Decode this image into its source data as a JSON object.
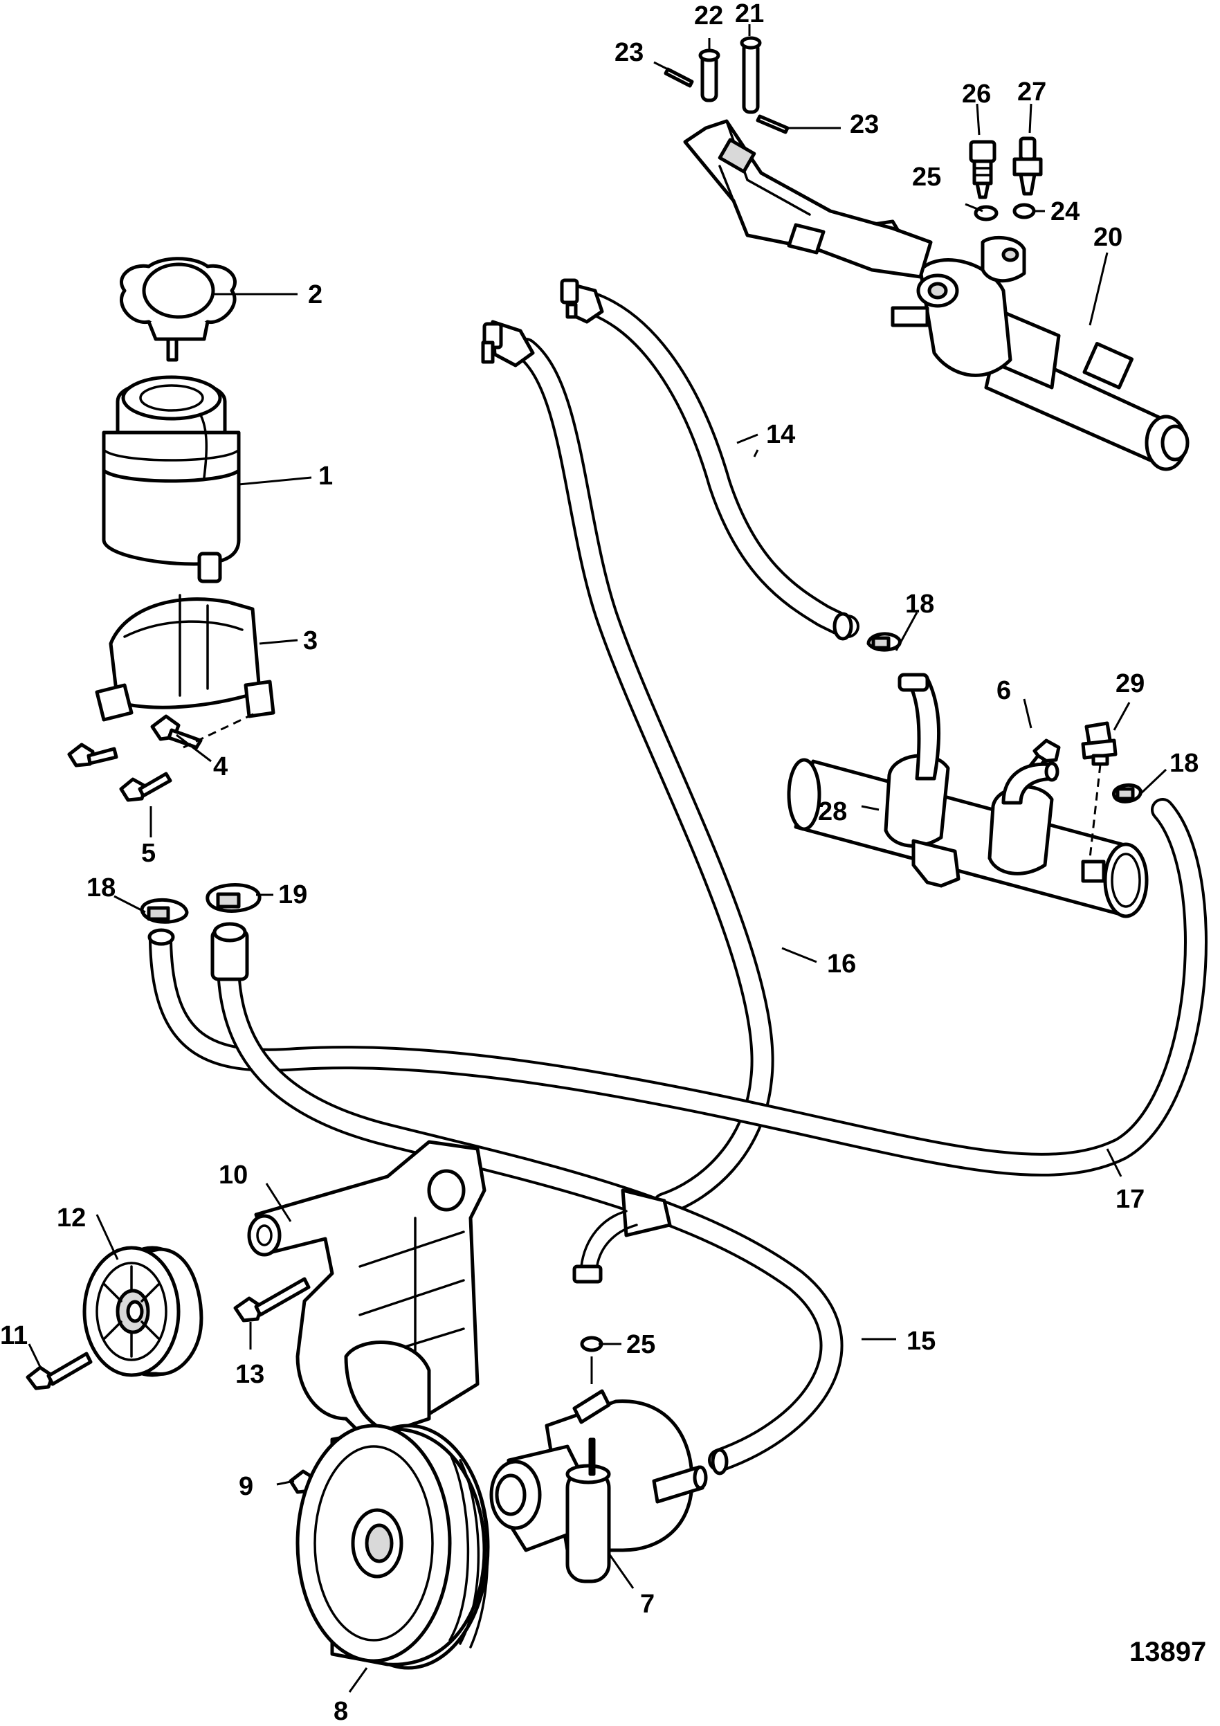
{
  "figure_number": "13897",
  "callouts": [
    {
      "id": "1",
      "label": "1"
    },
    {
      "id": "2",
      "label": "2"
    },
    {
      "id": "3",
      "label": "3"
    },
    {
      "id": "4",
      "label": "4"
    },
    {
      "id": "5",
      "label": "5"
    },
    {
      "id": "6",
      "label": "6"
    },
    {
      "id": "7",
      "label": "7"
    },
    {
      "id": "8",
      "label": "8"
    },
    {
      "id": "9",
      "label": "9"
    },
    {
      "id": "10",
      "label": "10"
    },
    {
      "id": "11",
      "label": "11"
    },
    {
      "id": "12",
      "label": "12"
    },
    {
      "id": "13",
      "label": "13"
    },
    {
      "id": "14",
      "label": "14"
    },
    {
      "id": "15",
      "label": "15"
    },
    {
      "id": "16",
      "label": "16"
    },
    {
      "id": "17",
      "label": "17"
    },
    {
      "id": "18a",
      "label": "18"
    },
    {
      "id": "18b",
      "label": "18"
    },
    {
      "id": "18c",
      "label": "18"
    },
    {
      "id": "19",
      "label": "19"
    },
    {
      "id": "20",
      "label": "20"
    },
    {
      "id": "21",
      "label": "21"
    },
    {
      "id": "22",
      "label": "22"
    },
    {
      "id": "23a",
      "label": "23"
    },
    {
      "id": "23b",
      "label": "23"
    },
    {
      "id": "24",
      "label": "24"
    },
    {
      "id": "25a",
      "label": "25"
    },
    {
      "id": "25b",
      "label": "25"
    },
    {
      "id": "26",
      "label": "26"
    },
    {
      "id": "27",
      "label": "27"
    },
    {
      "id": "28",
      "label": "28"
    },
    {
      "id": "29",
      "label": "29"
    }
  ]
}
